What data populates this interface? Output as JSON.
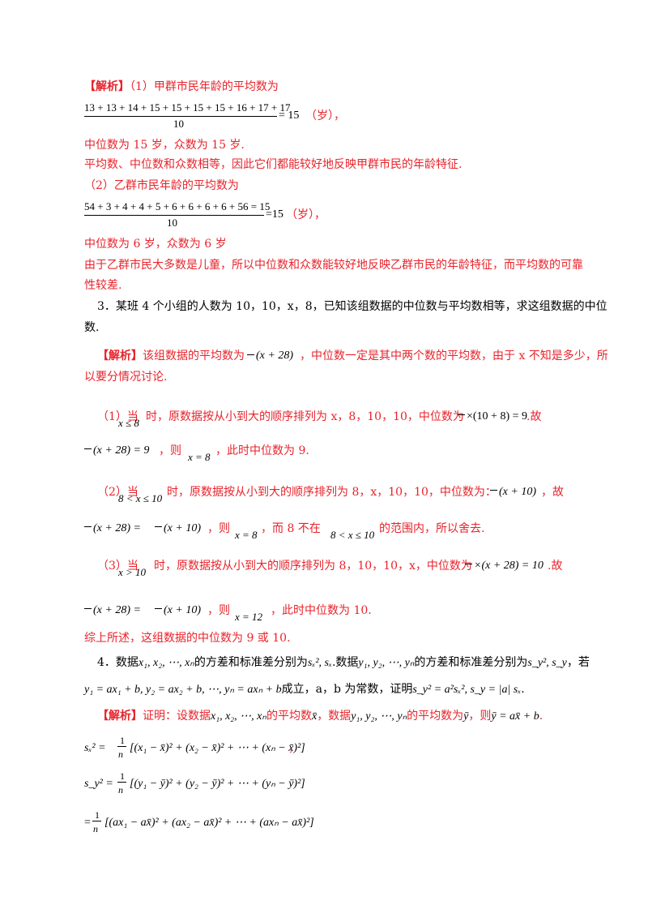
{
  "sol1": {
    "bracket_label": "【解析】",
    "part1_intro": "（1）甲群市民年龄的平均数为",
    "mean1_numerator": "13 + 13 + 14 + 15 + 15 + 15 + 15 + 16 + 17 + 17",
    "mean1_denominator": "10",
    "mean1_result": "= 15",
    "mean1_unit": "（岁），",
    "median_mode1": "中位数为 15 岁，众数为 15 岁.",
    "conclusion1": "平均数、中位数和众数相等，因此它们都能较好地反映甲群市民的年龄特征.",
    "part2_intro": "（2）乙群市民年龄的平均数为",
    "mean2_numerator": "54 + 3 + 4 + 4 + 5 + 6 + 6 + 6 + 6 + 56 = 15",
    "mean2_denominator": "10",
    "mean2_result": "=15",
    "mean2_unit": "（岁），",
    "median_mode2": "中位数为 6 岁，众数为 6 岁",
    "conclusion2_line1": "由于乙群市民大多数是儿童，所以中位数和众数能较好地反映乙群市民的年龄特征，而平均数的可靠",
    "conclusion2_line2": "性较差."
  },
  "q3": {
    "line1": "3．某班 4 个小组的人数为 10，10，x，8，已知该组数据的中位数与平均数相等，求这组数据的中位",
    "line2": "数.",
    "sol_label": "【解析】",
    "sol_a": "该组数据的平均数为",
    "mean_expr": "(x + 28)",
    "sol_b": "，中位数一定是其中两个数的平均数，由于 x 不知是多少，所",
    "sol_line2": "以要分情况讨论.",
    "case1_a": "（1）当",
    "case1_cond": "x ≤ 8",
    "case1_b": "时，原数据按从小到大的顺序排列为 x，8，10，10，中位数为",
    "case1_expr": "×(10 + 8) = 9",
    "case1_c": ".故",
    "case1_eq": "(x + 28) = 9",
    "case1_d": "，则",
    "case1_val": "x = 8",
    "case1_e": "，此时中位数为 9.",
    "case2_a": "（2）当",
    "case2_cond": "8 < x ≤ 10",
    "case2_b": "时，原数据按从小到大的顺序排列为 8，x，10，10，中位数为：",
    "case2_expr": "(x + 10)",
    "case2_c": "，故",
    "case2_eq_left": "(x + 28) =",
    "case2_eq_right": "(x + 10)",
    "case2_d": "，则",
    "case2_val": "x = 8",
    "case2_e": "，而 8 不在",
    "case2_range": "8 < x ≤ 10",
    "case2_f": "的范围内，所以舍去.",
    "case3_a": "（3）当",
    "case3_cond": "x > 10",
    "case3_b": "时，原数据按从小到大的顺序排列为 8，10，10，x，中位数为",
    "case3_expr": "×(x + 28) = 10",
    "case3_c": ".故",
    "case3_eq_left": "(x + 28) =",
    "case3_eq_right": "(x + 10)",
    "case3_d": "，则",
    "case3_val": "x = 12",
    "case3_e": "，此时中位数为 10.",
    "summary": "综上所述，这组数据的中位数为 9 或 10."
  },
  "q4": {
    "line1_a": "4．数据",
    "xs": "x₁, x₂, ⋯, xₙ",
    "line1_b": "的方差和标准差分别为",
    "sx": "sₓ², sₓ",
    "line1_c": ".数据",
    "ys": "y₁, y₂, ⋯, yₙ",
    "line1_d": "的方差和标准差分别为",
    "sy": "s_y², s_y",
    "line1_e": "，若",
    "line2_eq": "y₁ = ax₁ + b, y₂ = ax₂ + b, ⋯, yₙ = axₙ + b",
    "line2_a": "成立，a，b 为常数，证明",
    "line2_claim": "s_y² = a²sₓ², s_y = |a| sₓ",
    "line2_b": ".",
    "sol_label": "【解析】",
    "sol_a": "证明：设数据",
    "sol_xs": "x₁, x₂, ⋯, xₙ",
    "sol_b": "的平均数",
    "sol_xbar": "x̄",
    "sol_c": "，数据",
    "sol_ys": "y₁, y₂, ⋯, yₙ",
    "sol_d": "的平均数为",
    "sol_ybar": "ȳ",
    "sol_e": "，则",
    "sol_rel": "ȳ = ax̄ + b",
    "sol_f": ".",
    "sx_lhs": "sₓ² =",
    "sx_body": "[(x₁ − x̄)² + (x₂ − x̄)² + ⋯ + (xₙ − x̄)²]",
    "sx_tail": "，",
    "sy_lhs": "s_y² =",
    "sy_body": "[(y₁ − ȳ)² + (y₂ − ȳ)² + ⋯ + (yₙ − ȳ)²]",
    "sy2_lhs": "=",
    "sy2_body": "[(ax₁ − ax̄)² + (ax₂ − ax̄)² + ⋯ + (axₙ − ax̄)²]",
    "one": "1",
    "n": "n",
    "four": "4",
    "two": "2"
  }
}
